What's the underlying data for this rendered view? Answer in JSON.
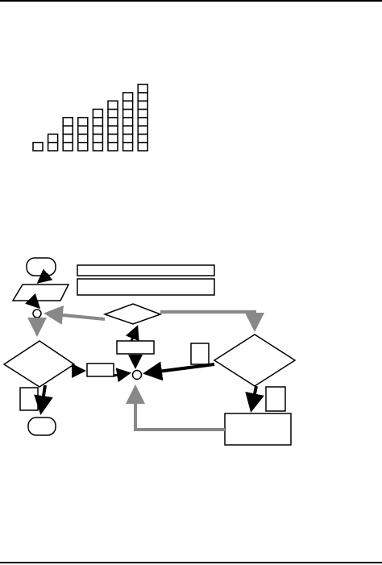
{
  "colors": {
    "ink": "#000000",
    "gray_arrow": "#888888",
    "background": "#ffffff"
  },
  "staircase": {
    "column_heights": [
      1,
      2,
      4,
      4,
      5,
      6,
      7,
      8
    ]
  },
  "flowchart": {
    "nodes": [
      {
        "id": "start-terminal",
        "shape": "terminal"
      },
      {
        "id": "input-parallelogram",
        "shape": "parallelogram"
      },
      {
        "id": "join-circle-left",
        "shape": "circle"
      },
      {
        "id": "left-decision",
        "shape": "diamond"
      },
      {
        "id": "left-label-box",
        "shape": "rect"
      },
      {
        "id": "end-terminal",
        "shape": "terminal"
      },
      {
        "id": "middle-box",
        "shape": "rect"
      },
      {
        "id": "join-circle-center",
        "shape": "circle"
      },
      {
        "id": "center-box",
        "shape": "rect"
      },
      {
        "id": "top-decision",
        "shape": "diamond"
      },
      {
        "id": "top-wide-bar-1",
        "shape": "rect"
      },
      {
        "id": "top-wide-bar-2",
        "shape": "rect"
      },
      {
        "id": "right-decision",
        "shape": "diamond"
      },
      {
        "id": "right-label-box-1",
        "shape": "rect"
      },
      {
        "id": "right-label-box-2",
        "shape": "rect"
      },
      {
        "id": "process-box",
        "shape": "rect"
      }
    ]
  }
}
